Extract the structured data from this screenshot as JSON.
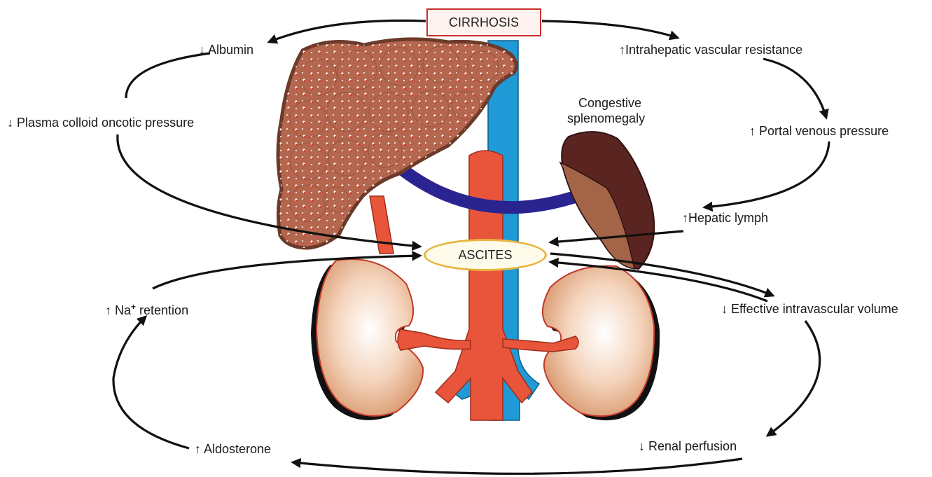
{
  "center": {
    "cirrhosis": "CIRRHOSIS",
    "ascites": "ASCITES"
  },
  "labels": {
    "albumin": "↓ Albumin",
    "plasma_colloid": "↓  Plasma colloid oncotic pressure",
    "intrahepatic": "↑Intrahepatic vascular resistance",
    "portal_venous": "↑ Portal venous pressure",
    "congestive_line1": "Congestive",
    "congestive_line2": "splenomegaly",
    "hepatic_lymph": "↑Hepatic lymph",
    "na_prefix": "↑ Na",
    "na_sup": "+",
    "na_suffix": " retention",
    "effective_volume": "↓ Effective intravascular volume",
    "aldosterone": "↑ Aldosterone",
    "renal_perfusion": "↓ Renal perfusion"
  },
  "colors": {
    "liver": "#b4674e",
    "liver_outline": "#6b3a2a",
    "artery": "#e8553a",
    "vein": "#1f9ad6",
    "splenic_vein": "#2a2490",
    "spleen_dark": "#5a2420",
    "spleen_light": "#a46448",
    "kidney": "#f2cbb0",
    "kidney_outline": "#c0392b",
    "arrow": "#111111",
    "cirrhosis_border": "#c9302c",
    "ascites_border": "#e8b540"
  }
}
